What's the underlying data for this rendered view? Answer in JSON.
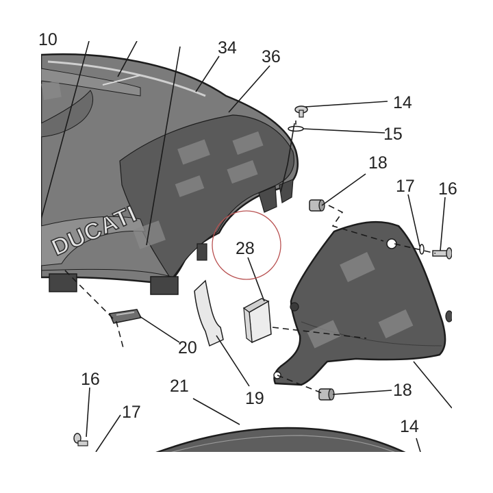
{
  "brand_text": "DUCATI",
  "colors": {
    "tank_light": "#7b7b7b",
    "tank_dark": "#5a5a5a",
    "side_panel": "#595959",
    "outline": "#1c1c1c",
    "highlight_circle": "#b85050",
    "label": "#222222"
  },
  "callouts": {
    "c34": "34",
    "c36": "36",
    "c14_top": "14",
    "c15": "15",
    "c18_top": "18",
    "c17_right": "17",
    "c16_right": "16",
    "c28": "28",
    "c20": "20",
    "c19": "19",
    "c21": "21",
    "c18_bottom": "18",
    "c16_left": "16",
    "c17_left": "17",
    "c14_bottom": "14",
    "c10_partial": "10"
  }
}
